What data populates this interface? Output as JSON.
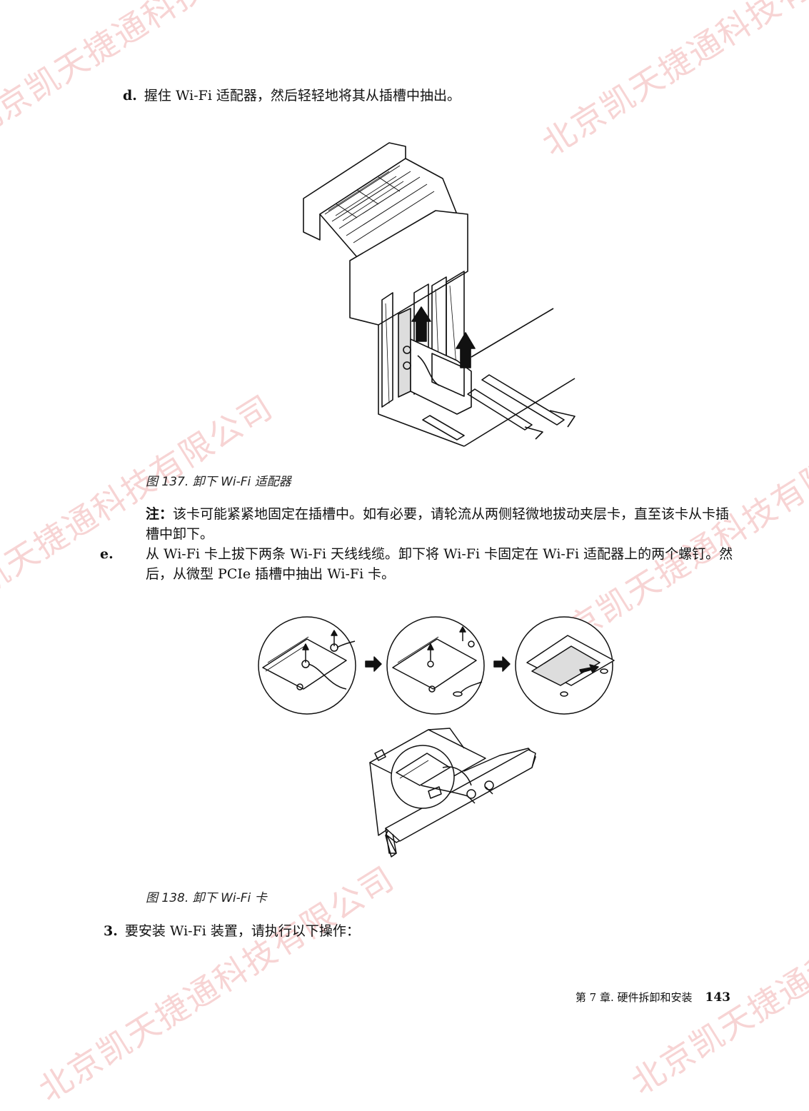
{
  "watermark": "北京凯天捷通科技有限公司",
  "step_d": {
    "label": "d.",
    "text": "握住 Wi-Fi 适配器，然后轻轻地将其从插槽中抽出。"
  },
  "figure137": {
    "caption": "图 137. 卸下 Wi-Fi 适配器"
  },
  "note": {
    "label": "注：",
    "text": "该卡可能紧紧地固定在插槽中。如有必要，请轮流从两侧轻微地拔动夹层卡，直至该卡从卡插槽中卸下。"
  },
  "step_e": {
    "label": "e.",
    "text": "从 Wi-Fi 卡上拔下两条 Wi-Fi 天线线缆。卸下将 Wi-Fi 卡固定在 Wi-Fi 适配器上的两个螺钉。然后，从微型 PCIe 插槽中抽出 Wi-Fi 卡。"
  },
  "figure138": {
    "caption": "图 138. 卸下 Wi-Fi 卡"
  },
  "step_3": {
    "label": "3.",
    "text": "要安装 Wi-Fi 装置，请执行以下操作："
  },
  "footer": {
    "chapter": "第 7 章. 硬件拆卸和安装",
    "page_number": "143"
  }
}
